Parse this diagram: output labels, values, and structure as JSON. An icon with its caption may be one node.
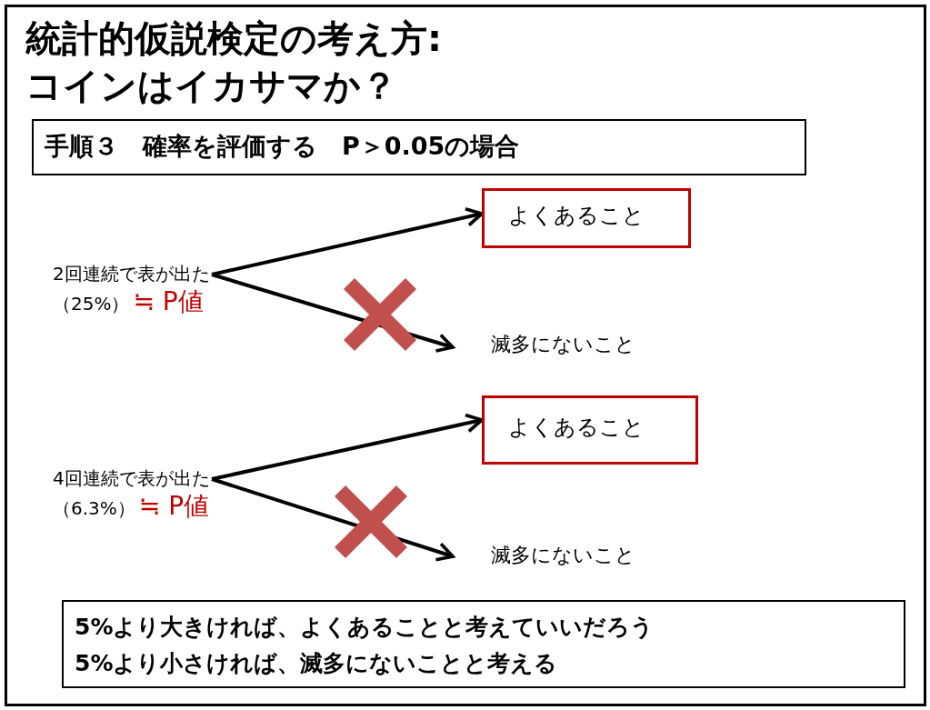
{
  "diagram": {
    "title": "統計的仮説検定の考え方:コインはイカサマか？",
    "nodes": [
      {
        "text": [
          "手順３　確率を評価する　P＞0.05の場合"
        ]
      },
      {
        "text": [
          "2回連続で表が出た（25%）",
          "≒ P値"
        ]
      },
      {
        "text": [
          "よくあること"
        ]
      },
      {
        "text": [
          "滅多にないこと"
        ]
      },
      {
        "text": [
          "4回連続で表が出た（6.3%）",
          "≒ P値"
        ]
      },
      {
        "text": [
          "よくあること"
        ]
      },
      {
        "text": [
          "滅多にないこと"
        ]
      },
      {
        "text": [
          "5%より大きければ、よくあることと考えていいだろう",
          "5%より小さければ、滅多にないことと考える"
        ]
      }
    ],
    "edges": [
      {
        "from": 1,
        "to": 2,
        "arrow": "to"
      },
      {
        "from": 1,
        "to": 3,
        "arrow": "to"
      },
      {
        "from": 4,
        "to": 5,
        "arrow": "to"
      },
      {
        "from": 4,
        "to": 6,
        "arrow": "to"
      }
    ]
  }
}
